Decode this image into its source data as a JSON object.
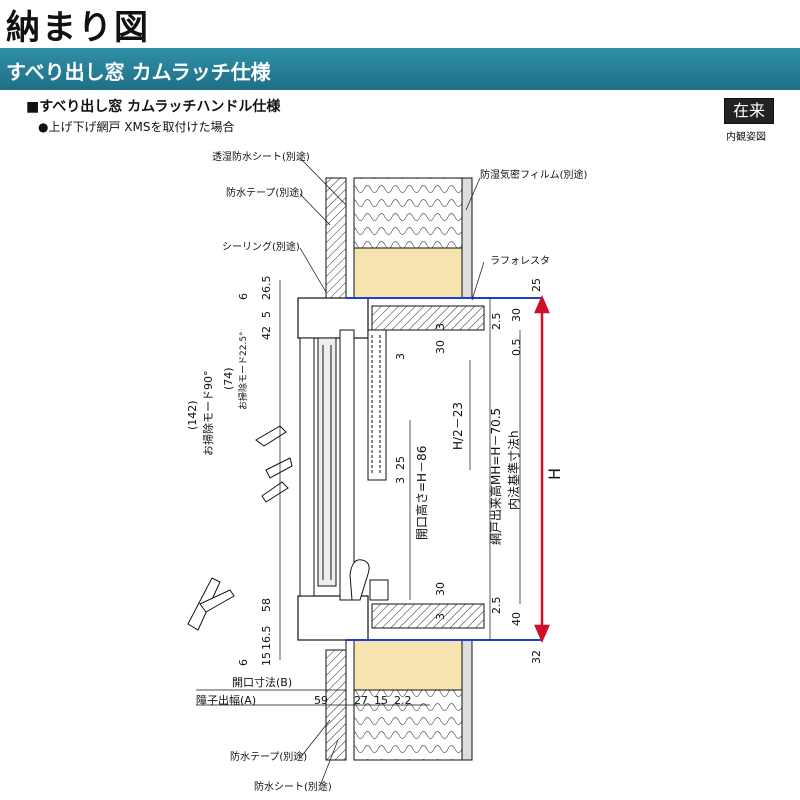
{
  "page_title": "納まり図",
  "banner": "すべり出し窓 カムラッチ仕様",
  "heading": "■すべり出し窓 カムラッチハンドル仕様",
  "subheading": "●上げ下げ網戸 XMSを取付けた場合",
  "badge": "在来",
  "badge_sub": "内観姿図",
  "callouts": {
    "moisture_sheet": "透湿防水シート(別途)",
    "waterproof_tape_top": "防水テープ(別途)",
    "sealing": "シーリング(別途)",
    "vapor_film": "防湿気密フィルム(別途)",
    "lath": "ラフォレスタ",
    "waterproof_tape_bottom": "防水テープ(別途)",
    "waterproof_sheet": "防水シート(別途)"
  },
  "dims": {
    "top_v": [
      "6",
      "26.5",
      "5",
      "42"
    ],
    "bottom_v": [
      "58",
      "16.5",
      "15",
      "6"
    ],
    "right_top": [
      "25",
      "30",
      "2.5",
      "3"
    ],
    "right_mid": [
      "0.5",
      "30",
      "3"
    ],
    "right_bottom": [
      "30",
      "3",
      "2.5",
      "40",
      "32"
    ],
    "center_v": [
      "25",
      "3"
    ],
    "bottom_h": [
      "59",
      "27",
      "15",
      "2.2"
    ],
    "open_label": "開口寸法(B)",
    "obstacle_label": "障子出幅(A)",
    "mode142": "(142)",
    "mode_clean": "お掃除モード90°",
    "mode74": "(74)",
    "mode_clean_small": "お掃除モード22.5°",
    "h2": "H/2－23",
    "open_height": "開口高さ=H－86",
    "screen_height": "網戸出来高MH=H－70.5",
    "inner_std": "内法基準寸法h",
    "H": "H"
  },
  "colors": {
    "banner": "#2a86a0",
    "insulation": "#f6e3b0",
    "blue_line": "#1f3fd0",
    "red_line": "#d0102a"
  }
}
